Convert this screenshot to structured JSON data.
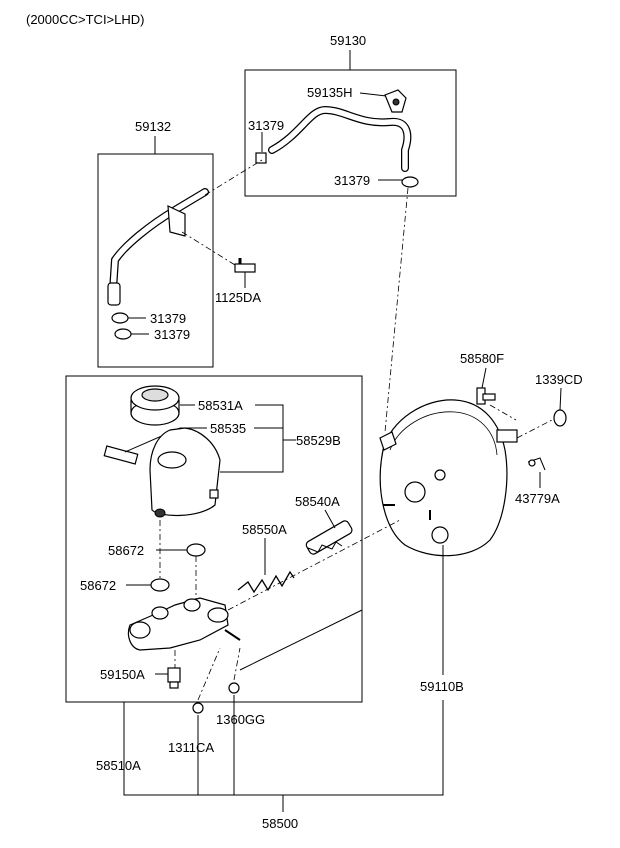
{
  "header": {
    "variant": "(2000CC>TCI>LHD)"
  },
  "labels": {
    "p59130": "59130",
    "p59135H": "59135H",
    "p31379_top_left": "31379",
    "p31379_top_right": "31379",
    "p59132": "59132",
    "p1125DA": "1125DA",
    "p31379_mid_a": "31379",
    "p31379_mid_b": "31379",
    "p58580F": "58580F",
    "p1339CD": "1339CD",
    "p43779A": "43779A",
    "p58531A": "58531A",
    "p58535": "58535",
    "p58529B": "58529B",
    "p58540A": "58540A",
    "p58550A": "58550A",
    "p58672_a": "58672",
    "p58672_b": "58672",
    "p59150A": "59150A",
    "p59110B": "59110B",
    "p1360GG": "1360GG",
    "p1311CA": "1311CA",
    "p58510A": "58510A",
    "p58500": "58500"
  }
}
